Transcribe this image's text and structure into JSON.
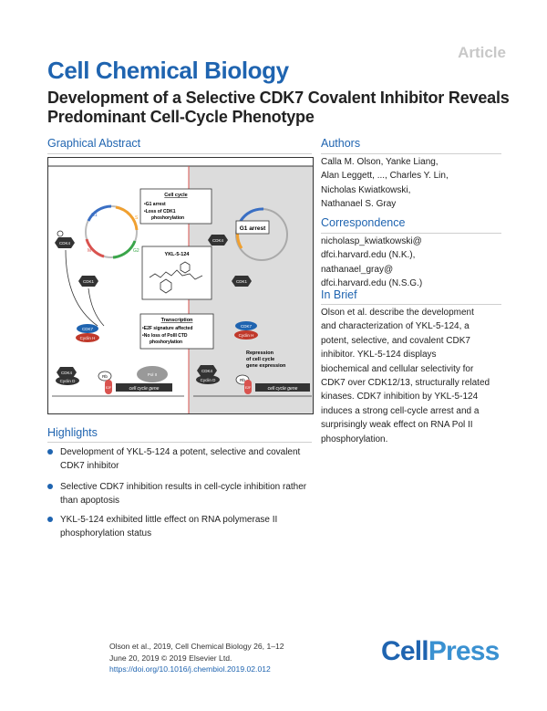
{
  "header": {
    "tag": "Article",
    "journal": "Cell Chemical Biology",
    "title": "Development of a Selective CDK7 Covalent Inhibitor Reveals Predominant Cell-Cycle Phenotype"
  },
  "graphical_abstract": {
    "heading": "Graphical Abstract",
    "cell_cycle": {
      "title": "Cell cycle",
      "line1": "•G1 arrest",
      "line2": "•Loss of CDK1",
      "line3": "phoshorylation"
    },
    "compound": "YKL-5-124",
    "transcription": {
      "title": "Transcription",
      "line1": "•E2F signature affected",
      "line2": "•No loss of PolII CTD",
      "line3": "phoshorylation"
    },
    "g1_arrest": "G1 arrest",
    "repression": {
      "line1": "Repression",
      "line2": "of cell cycle",
      "line3": "gene expression"
    },
    "labels": {
      "cdk4": "CDK4",
      "cdk1": "CDK1",
      "cdk7": "CDK7",
      "cyclin_h": "Cyclin H",
      "cyclin_d": "Cyclin D",
      "rb": "Rb",
      "pol2": "Pol II",
      "e2f": "E2F",
      "gene": "cell cycle gene",
      "g1": "G1",
      "s": "S",
      "g2": "G2",
      "m": "M",
      "p": "P"
    }
  },
  "authors": {
    "heading": "Authors",
    "lines": [
      "Calla M. Olson, Yanke Liang,",
      "Alan Leggett, ..., Charles Y. Lin,",
      "Nicholas Kwiatkowski,",
      "Nathanael S. Gray"
    ]
  },
  "correspondence": {
    "heading": "Correspondence",
    "lines": [
      "nicholasp_kwiatkowski@",
      "dfci.harvard.edu (N.K.),",
      "nathanael_gray@",
      "dfci.harvard.edu (N.S.G.)"
    ]
  },
  "in_brief": {
    "heading": "In Brief",
    "lines": [
      "Olson et al. describe the development",
      "and characterization of YKL-5-124, a",
      "potent, selective, and covalent CDK7",
      "inhibitor. YKL-5-124 displays",
      "biochemical and cellular selectivity for",
      "CDK7 over CDK12/13, structurally related",
      "kinases. CDK7 inhibition by YKL-5-124",
      "induces a strong cell-cycle arrest and a",
      "surprisingly weak effect on RNA Pol II",
      "phosphorylation."
    ]
  },
  "highlights": {
    "heading": "Highlights",
    "items": [
      [
        "Development of YKL-5-124 a potent, selective and covalent",
        "CDK7 inhibitor"
      ],
      [
        "Selective CDK7 inhibition results in cell-cycle inhibition rather",
        "than apoptosis"
      ],
      [
        "YKL-5-124 exhibited little effect on RNA polymerase II",
        "phosphorylation status"
      ]
    ]
  },
  "footer": {
    "line1": "Olson et al., 2019, Cell Chemical Biology 26, 1–12",
    "line2": "June 20, 2019 © 2019 Elsevier Ltd.",
    "line3": "https://doi.org/10.1016/j.chembiol.2019.02.012"
  },
  "logo": {
    "part1": "Cell",
    "part2": "Press"
  },
  "colors": {
    "brand": "#1f64b0",
    "panel_gray": "#dcdcdc",
    "divider_red": "#d9534f"
  }
}
